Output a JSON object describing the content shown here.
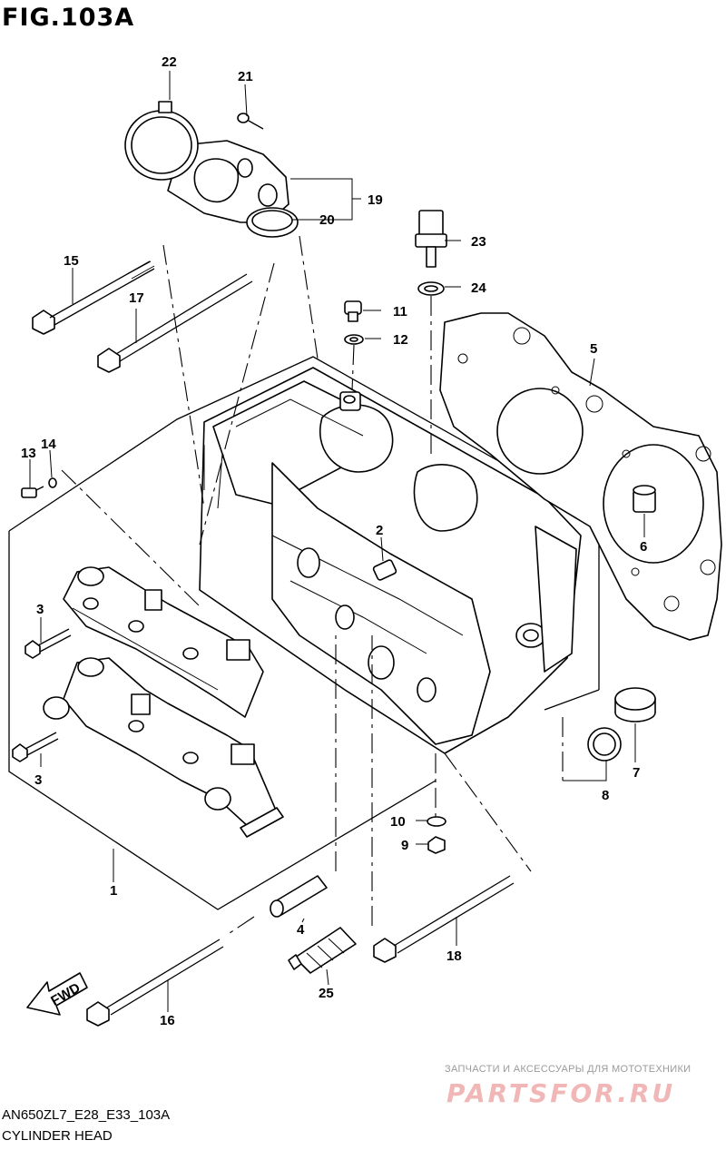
{
  "figure": {
    "title": "FIG.103A"
  },
  "callouts": {
    "p1": "1",
    "p2": "2",
    "p3a": "3",
    "p3b": "3",
    "p4": "4",
    "p5": "5",
    "p6": "6",
    "p7": "7",
    "p8": "8",
    "p9": "9",
    "p10": "10",
    "p11": "11",
    "p12": "12",
    "p13": "13",
    "p14": "14",
    "p15": "15",
    "p16": "16",
    "p17": "17",
    "p18": "18",
    "p19": "19",
    "p20": "20",
    "p21": "21",
    "p22": "22",
    "p23": "23",
    "p24": "24",
    "p25": "25"
  },
  "fwd_label": "FWD",
  "watermark": {
    "caption": "ЗАПЧАСТИ И АКСЕССУАРЫ ДЛЯ МОТОТЕХНИКИ",
    "logo": "PARTSFOR.RU"
  },
  "footer": {
    "code": "AN650ZL7_E28_E33_103A",
    "name": "CYLINDER HEAD"
  }
}
